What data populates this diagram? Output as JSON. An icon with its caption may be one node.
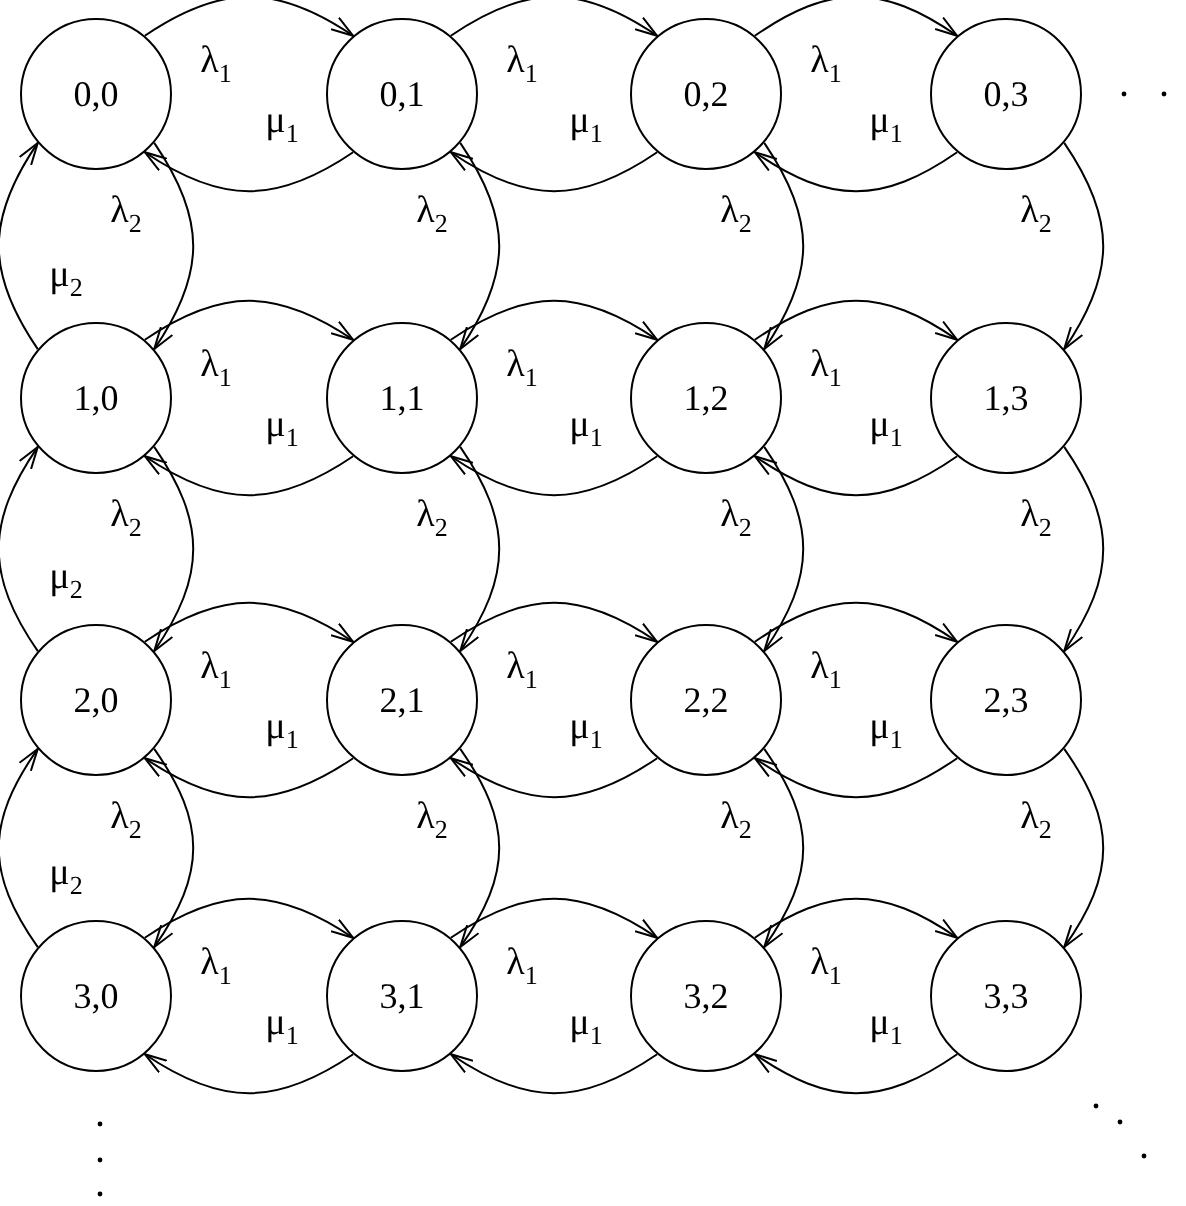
{
  "diagram": {
    "nodes": [
      {
        "text": [
          "0,0"
        ]
      },
      {
        "text": [
          "0,1"
        ]
      },
      {
        "text": [
          "0,2"
        ]
      },
      {
        "text": [
          "0,3"
        ]
      },
      {
        "text": [
          "1,0"
        ]
      },
      {
        "text": [
          "1,1"
        ]
      },
      {
        "text": [
          "1,2"
        ]
      },
      {
        "text": [
          "1,3"
        ]
      },
      {
        "text": [
          "2,0"
        ]
      },
      {
        "text": [
          "2,1"
        ]
      },
      {
        "text": [
          "2,2"
        ]
      },
      {
        "text": [
          "2,3"
        ]
      },
      {
        "text": [
          "3,0"
        ]
      },
      {
        "text": [
          "3,1"
        ]
      },
      {
        "text": [
          "3,2"
        ]
      },
      {
        "text": [
          "3,3"
        ]
      }
    ],
    "edges": [
      {
        "from": 0,
        "to": 1,
        "arrow": "to",
        "label": "λ$_{1}$"
      },
      {
        "from": 1,
        "to": 0,
        "arrow": "to",
        "label": "μ$_{1}$"
      },
      {
        "from": 1,
        "to": 2,
        "arrow": "to",
        "label": "λ$_{1}$"
      },
      {
        "from": 2,
        "to": 1,
        "arrow": "to",
        "label": "μ$_{1}$"
      },
      {
        "from": 2,
        "to": 3,
        "arrow": "to",
        "label": "λ$_{1}$"
      },
      {
        "from": 3,
        "to": 2,
        "arrow": "to",
        "label": "μ$_{1}$"
      },
      {
        "from": 0,
        "to": 4,
        "arrow": "to",
        "label": "λ$_{2}$"
      },
      {
        "from": 4,
        "to": 0,
        "arrow": "to",
        "label": "μ$_{2}$"
      },
      {
        "from": 1,
        "to": 5,
        "arrow": "to",
        "label": "λ$_{2}$"
      },
      {
        "from": 2,
        "to": 6,
        "arrow": "to",
        "label": "λ$_{2}$"
      },
      {
        "from": 3,
        "to": 7,
        "arrow": "to",
        "label": "λ$_{2}$"
      },
      {
        "from": 4,
        "to": 5,
        "arrow": "to",
        "label": "λ$_{1}$"
      },
      {
        "from": 5,
        "to": 4,
        "arrow": "to",
        "label": "μ$_{1}$"
      },
      {
        "from": 5,
        "to": 6,
        "arrow": "to",
        "label": "λ$_{1}$"
      },
      {
        "from": 6,
        "to": 5,
        "arrow": "to",
        "label": "μ$_{1}$"
      },
      {
        "from": 6,
        "to": 7,
        "arrow": "to",
        "label": "λ$_{1}$"
      },
      {
        "from": 7,
        "to": 6,
        "arrow": "to",
        "label": "μ$_{1}$"
      },
      {
        "from": 4,
        "to": 8,
        "arrow": "to",
        "label": "λ$_{2}$"
      },
      {
        "from": 8,
        "to": 4,
        "arrow": "to",
        "label": "μ$_{2}$"
      },
      {
        "from": 5,
        "to": 9,
        "arrow": "to",
        "label": "λ$_{2}$"
      },
      {
        "from": 6,
        "to": 10,
        "arrow": "to",
        "label": "λ$_{2}$"
      },
      {
        "from": 7,
        "to": 11,
        "arrow": "to",
        "label": "λ$_{2}$"
      },
      {
        "from": 8,
        "to": 9,
        "arrow": "to",
        "label": "λ$_{1}$"
      },
      {
        "from": 9,
        "to": 8,
        "arrow": "to",
        "label": "μ$_{1}$"
      },
      {
        "from": 9,
        "to": 10,
        "arrow": "to",
        "label": "λ$_{1}$"
      },
      {
        "from": 10,
        "to": 9,
        "arrow": "to",
        "label": "μ$_{1}$"
      },
      {
        "from": 10,
        "to": 11,
        "arrow": "to",
        "label": "λ$_{1}$"
      },
      {
        "from": 11,
        "to": 10,
        "arrow": "to",
        "label": "μ$_{1}$"
      },
      {
        "from": 8,
        "to": 12,
        "arrow": "to",
        "label": "λ$_{2}$"
      },
      {
        "from": 12,
        "to": 8,
        "arrow": "to",
        "label": "μ$_{2}$"
      },
      {
        "from": 9,
        "to": 13,
        "arrow": "to",
        "label": "λ$_{2}$"
      },
      {
        "from": 10,
        "to": 14,
        "arrow": "to",
        "label": "λ$_{2}$"
      },
      {
        "from": 11,
        "to": 15,
        "arrow": "to",
        "label": "λ$_{2}$"
      },
      {
        "from": 12,
        "to": 13,
        "arrow": "to",
        "label": "λ$_{1}$"
      },
      {
        "from": 13,
        "to": 12,
        "arrow": "to",
        "label": "μ$_{1}$"
      },
      {
        "from": 13,
        "to": 14,
        "arrow": "to",
        "label": "λ$_{1}$"
      },
      {
        "from": 14,
        "to": 13,
        "arrow": "to",
        "label": "μ$_{1}$"
      },
      {
        "from": 14,
        "to": 15,
        "arrow": "to",
        "label": "λ$_{1}$"
      },
      {
        "from": 15,
        "to": 14,
        "arrow": "to",
        "label": "μ$_{1}$"
      }
    ]
  }
}
